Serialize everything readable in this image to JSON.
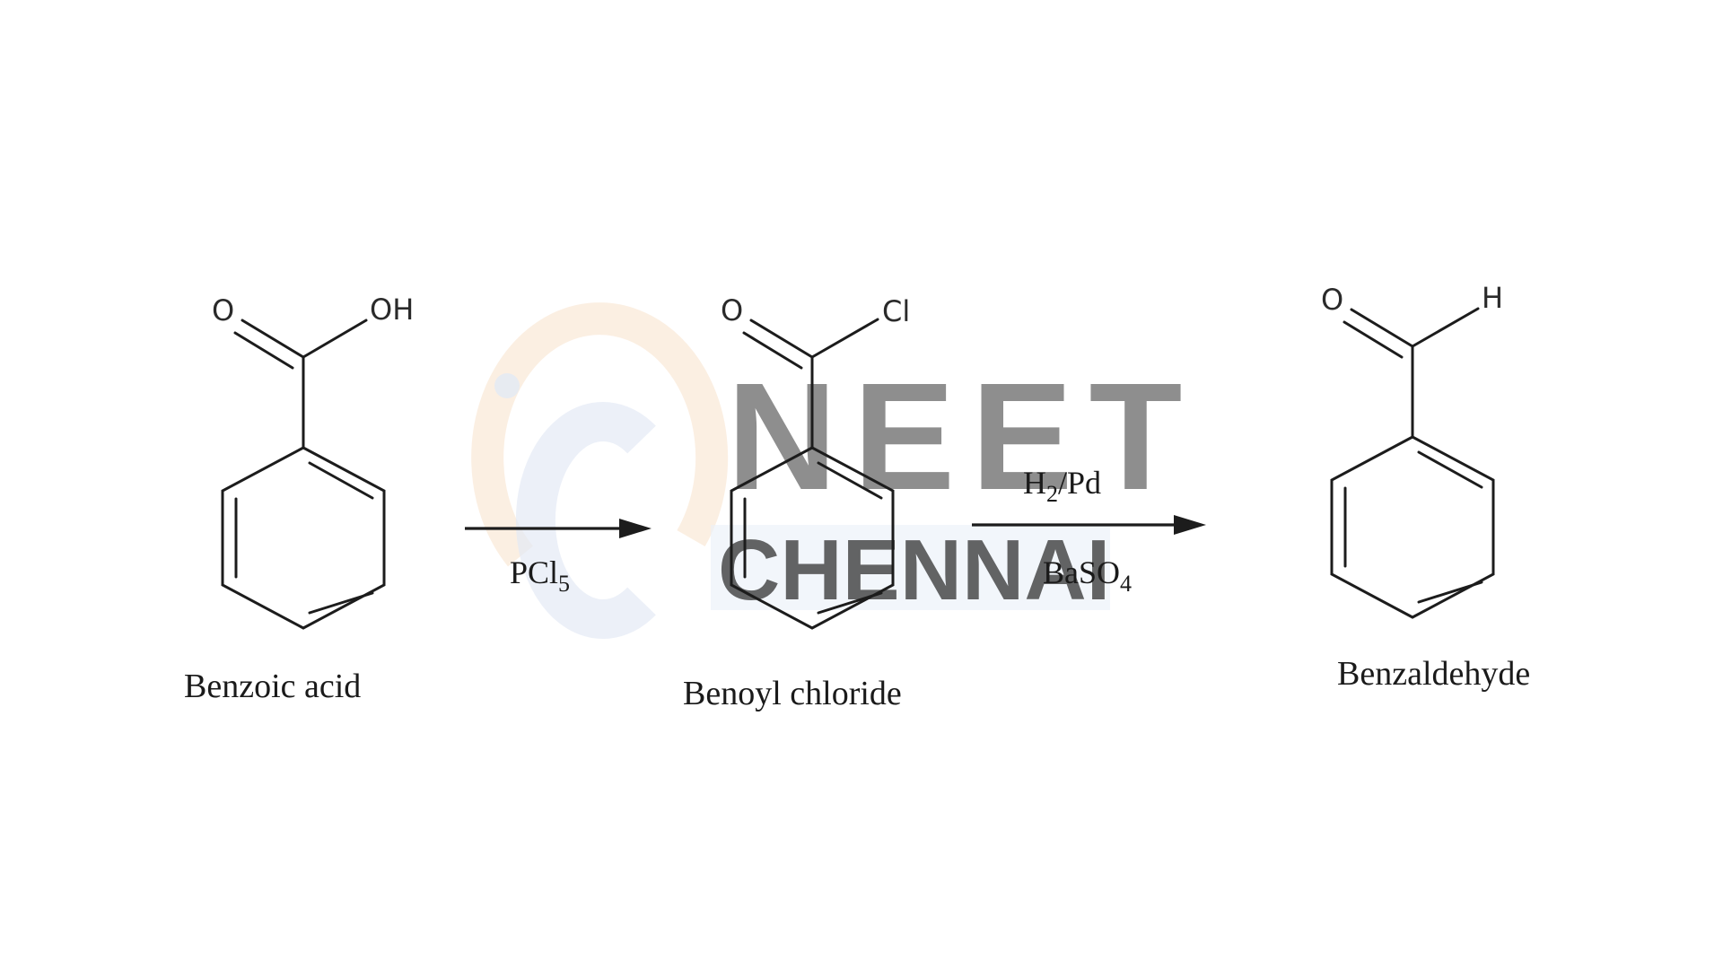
{
  "watermark": {
    "line1": "NEET",
    "line2": "CHENNAI",
    "ring_color": "#f6d8b8",
    "text_color": "#dfe7f4"
  },
  "molecules": [
    {
      "name": "Benzoic acid",
      "atom_left": "O",
      "atom_right": "OH"
    },
    {
      "name": "Benoyl chloride",
      "atom_left": "O",
      "atom_right": "Cl"
    },
    {
      "name": "Benzaldehyde",
      "atom_left": "O",
      "atom_right": "H"
    }
  ],
  "steps": [
    {
      "reagent_below": {
        "base": "PCl",
        "sub": "5"
      }
    },
    {
      "reagent_above": {
        "base": "H",
        "sub": "2",
        "rest": "/Pd"
      },
      "reagent_below": {
        "base": "BaSO",
        "sub": "4"
      }
    }
  ]
}
